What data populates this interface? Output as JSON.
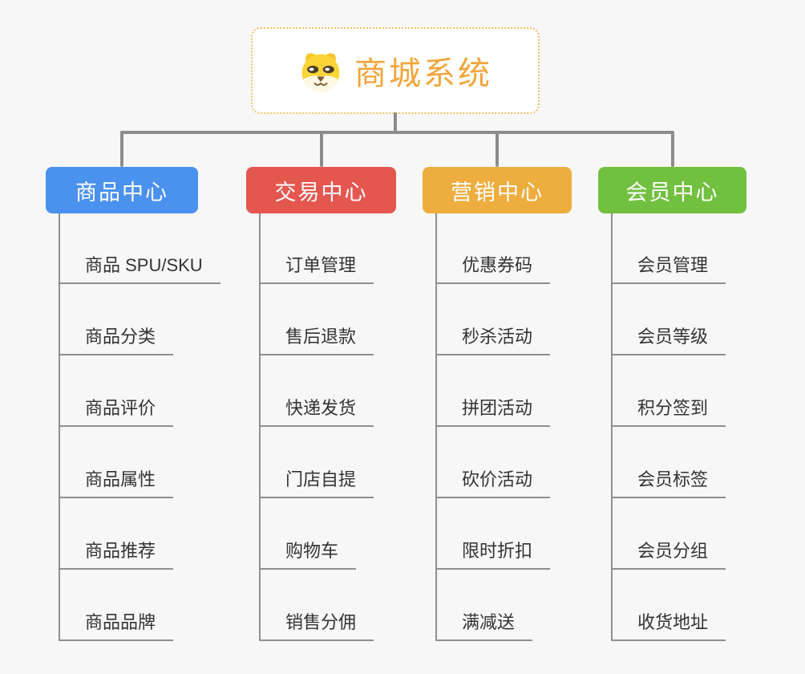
{
  "root": {
    "title": "商城系统",
    "icon": "dog-icon"
  },
  "colors": {
    "background": "#F7F7F7",
    "connector": "#8C8C8C",
    "leaf_line": "#8F8F8F",
    "leaf_text": "#333333",
    "root_border": "#F3BE62",
    "root_title": "#F2A53C",
    "root_bg": "#FFFFFF",
    "branch_text": "#FFFFFF"
  },
  "branches": [
    {
      "label": "商品中心",
      "color": "#4B91EE",
      "children": [
        "商品 SPU/SKU",
        "商品分类",
        "商品评价",
        "商品属性",
        "商品推荐",
        "商品品牌"
      ]
    },
    {
      "label": "交易中心",
      "color": "#E4574F",
      "children": [
        "订单管理",
        "售后退款",
        "快递发货",
        "门店自提",
        "购物车",
        "销售分佣"
      ]
    },
    {
      "label": "营销中心",
      "color": "#EEAD3F",
      "children": [
        "优惠券码",
        "秒杀活动",
        "拼团活动",
        "砍价活动",
        "限时折扣",
        "满减送"
      ]
    },
    {
      "label": "会员中心",
      "color": "#72C040",
      "children": [
        "会员管理",
        "会员等级",
        "积分签到",
        "会员标签",
        "会员分组",
        "收货地址"
      ]
    }
  ]
}
